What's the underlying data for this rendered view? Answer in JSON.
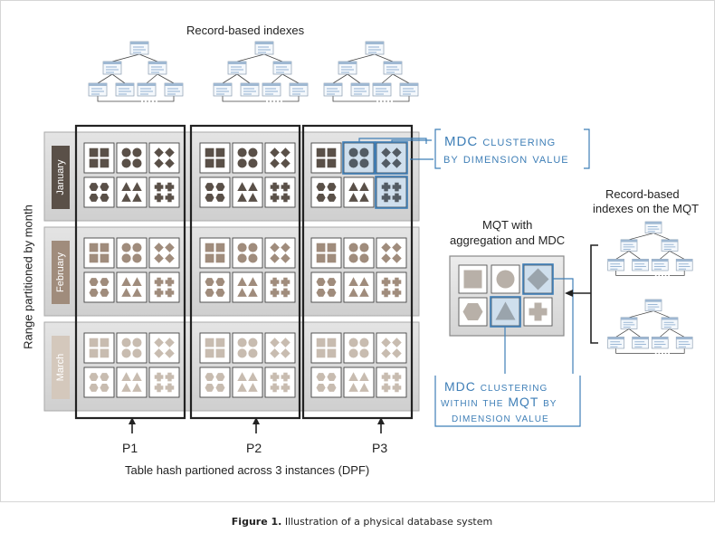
{
  "title_top": "Record-based indexes",
  "side_label": "Range partitioned by month",
  "months": [
    "January",
    "February",
    "March"
  ],
  "partitions": [
    "P1",
    "P2",
    "P3"
  ],
  "bottom_label": "Table hash partioned across 3 instances (DPF)",
  "mdc_label_1": [
    "MDC clustering",
    "by dimension value"
  ],
  "mqt_title": [
    "MQT with",
    "aggregation and MDC"
  ],
  "mqt_index_label": [
    "Record-based",
    "indexes on the MQT"
  ],
  "mdc_label_2": [
    "MDC clustering",
    "within the MQT by",
    "dimension value"
  ],
  "caption": {
    "label": "Figure 1.",
    "text": " Illustration of a physical database system"
  },
  "colors": {
    "january": "#5a5048",
    "february": "#a08c7c",
    "march": "#c8bcb0",
    "accent": "#3f7fb7",
    "mqt": "#b8b0a8"
  }
}
